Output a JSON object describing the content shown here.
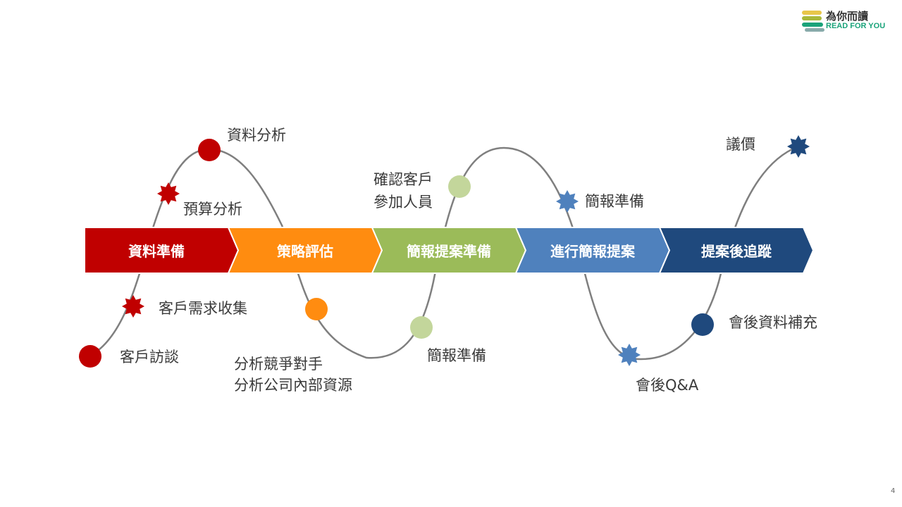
{
  "logo": {
    "cn": "為你而讀",
    "en": "READ FOR YOU"
  },
  "stages": [
    {
      "label": "資料準備",
      "color": "#C00000"
    },
    {
      "label": "策略評估",
      "color": "#FF8C10"
    },
    {
      "label": "簡報提案準備",
      "color": "#9BBB59"
    },
    {
      "label": "進行簡報提案",
      "color": "#4F81BD"
    },
    {
      "label": "提案後追蹤",
      "color": "#1F497D"
    }
  ],
  "milestones": [
    {
      "label": "客戶訪談",
      "shape": "circle",
      "color": "#C00000"
    },
    {
      "label": "客戶需求收集",
      "shape": "star",
      "color": "#C00000"
    },
    {
      "label": "預算分析",
      "shape": "star",
      "color": "#C00000"
    },
    {
      "label": "資料分析",
      "shape": "circle",
      "color": "#C00000"
    },
    {
      "label": "分析競爭對手",
      "label2": "分析公司內部資源",
      "shape": "circle",
      "color": "#FF8C10"
    },
    {
      "label": "簡報準備",
      "shape": "circle",
      "color": "#C3D69B"
    },
    {
      "label": "確認客戶",
      "label2": "參加人員",
      "shape": "circle",
      "color": "#C3D69B"
    },
    {
      "label": "簡報準備",
      "shape": "star",
      "color": "#4F81BD"
    },
    {
      "label": "會後Q&A",
      "shape": "star",
      "color": "#4F81BD"
    },
    {
      "label": "會後資料補充",
      "shape": "circle",
      "color": "#1F497D"
    },
    {
      "label": "議價",
      "shape": "star",
      "color": "#1F497D"
    }
  ],
  "page_number": "4"
}
